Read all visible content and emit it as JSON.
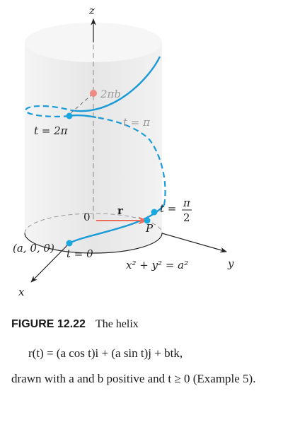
{
  "labels": {
    "z_axis": "z",
    "y_axis": "y",
    "x_axis": "x",
    "origin": "0",
    "top_point": "2πb",
    "t_2pi": "t = 2π",
    "t_pi": "t = π",
    "t_half_pi_prefix": "t =",
    "t_half_pi_num": "π",
    "t_half_pi_den": "2",
    "r_vector": "r",
    "point_p": "P",
    "start_point": "(a, 0, 0)",
    "t_zero": "t = 0",
    "base_equation": "x² + y² = a²"
  },
  "caption": {
    "figure_label": "FIGURE 12.22",
    "figure_title": "The helix",
    "equation": "r(t) = (a cos t)i + (a sin t)j + btk,",
    "description": "drawn with a and b positive and t ≥ 0 (Example 5)."
  },
  "colors": {
    "helix": "#1a9ad6",
    "cylinder": "#e8e8e8",
    "top_point": "#f08a84",
    "vector": "#ee6a5a",
    "point": "#1aa7e0"
  }
}
